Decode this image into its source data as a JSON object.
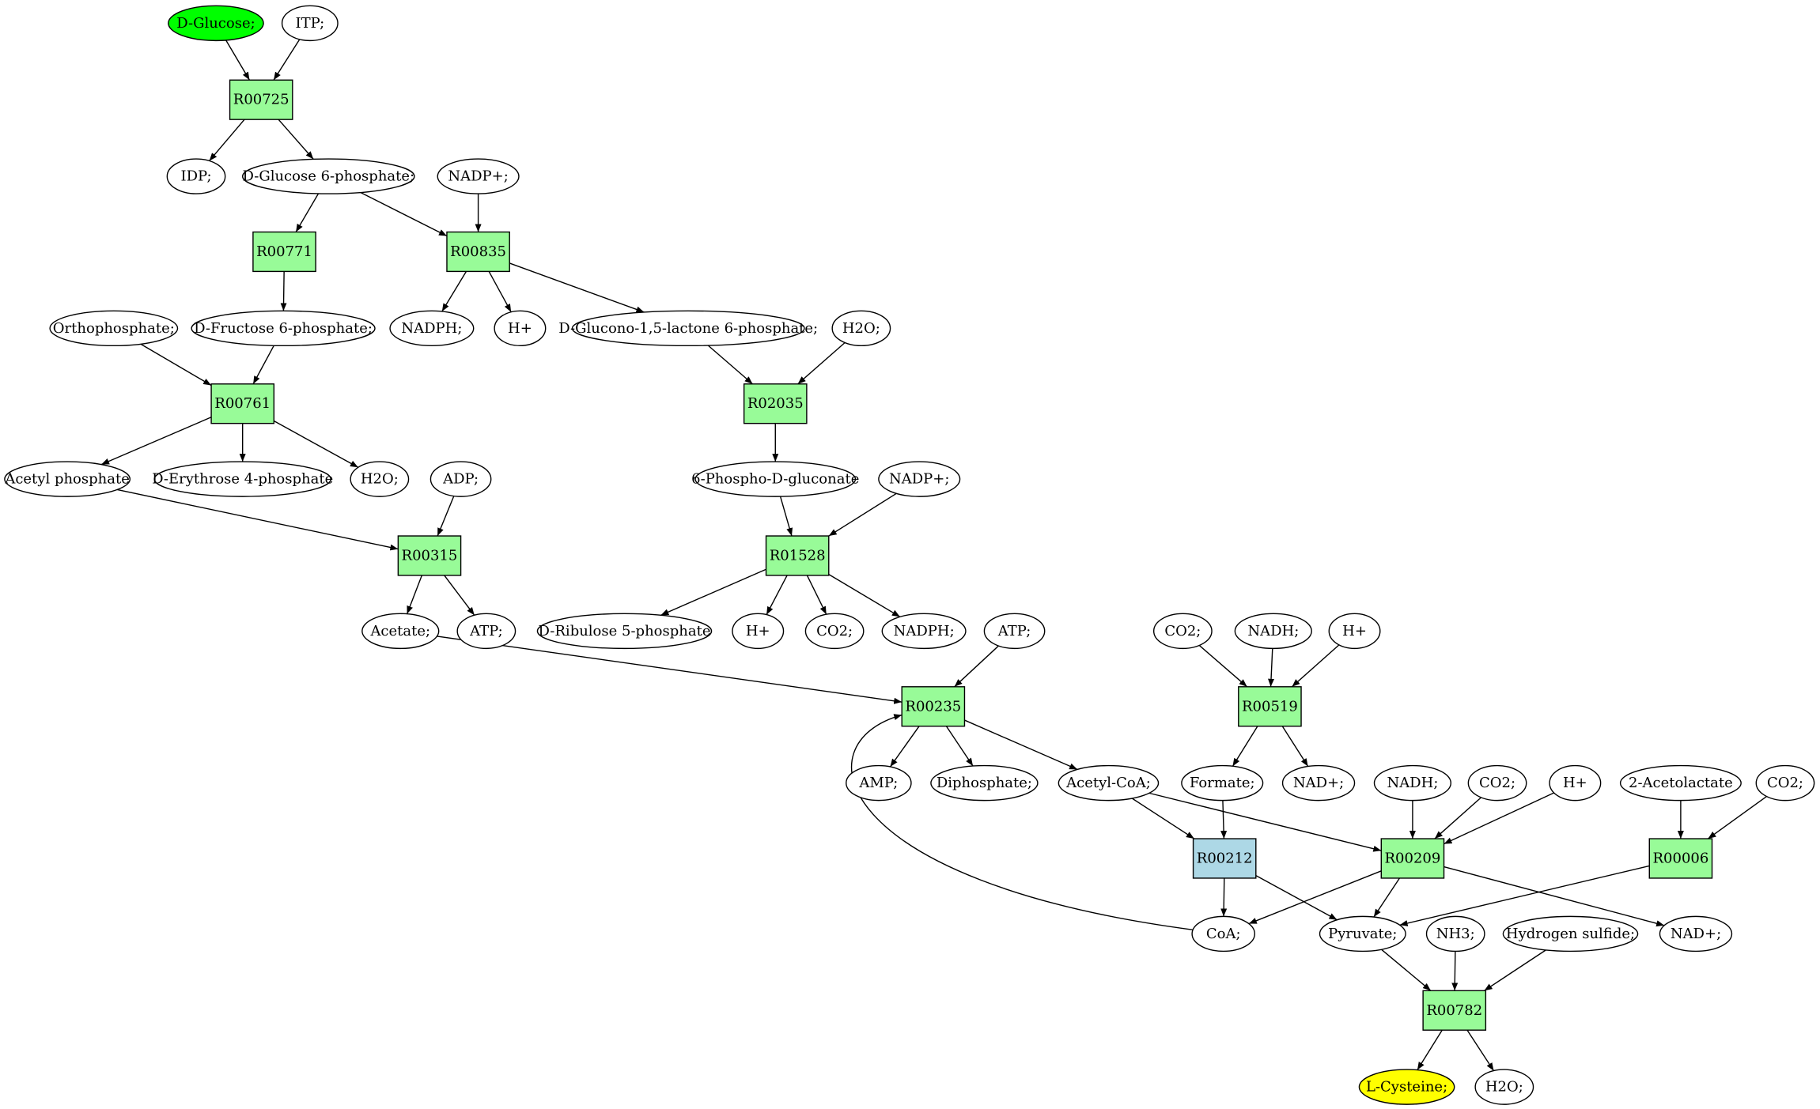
{
  "colors": {
    "compound": "#ffffff",
    "reaction": "#98fb98",
    "reaction_highlight": "#add8e6",
    "source": "#00ff00",
    "target": "#ffff00",
    "line": "#000000"
  },
  "nodes": [
    {
      "id": "dglucose",
      "kind": "compound",
      "role": "source",
      "label": "D-Glucose;"
    },
    {
      "id": "itp",
      "kind": "compound",
      "label": "ITP;"
    },
    {
      "id": "r00725",
      "kind": "reaction",
      "label": "R00725"
    },
    {
      "id": "idp",
      "kind": "compound",
      "label": "IDP;"
    },
    {
      "id": "g6p",
      "kind": "compound",
      "label": "D-Glucose 6-phosphate;"
    },
    {
      "id": "nadp1",
      "kind": "compound",
      "label": "NADP+;"
    },
    {
      "id": "r00771",
      "kind": "reaction",
      "label": "R00771"
    },
    {
      "id": "r00835",
      "kind": "reaction",
      "label": "R00835"
    },
    {
      "id": "ortho",
      "kind": "compound",
      "label": "Orthophosphate;"
    },
    {
      "id": "f6p",
      "kind": "compound",
      "label": "D-Fructose 6-phosphate;"
    },
    {
      "id": "nadph1",
      "kind": "compound",
      "label": "NADPH;"
    },
    {
      "id": "hplus1",
      "kind": "compound",
      "label": "H+"
    },
    {
      "id": "glucolactone",
      "kind": "compound",
      "label": "D-Glucono-1,5-lactone 6-phosphate;"
    },
    {
      "id": "h2o1",
      "kind": "compound",
      "label": "H2O;"
    },
    {
      "id": "r00761",
      "kind": "reaction",
      "label": "R00761"
    },
    {
      "id": "r02035",
      "kind": "reaction",
      "label": "R02035"
    },
    {
      "id": "acetylp",
      "kind": "compound",
      "label": "Acetyl phosphate"
    },
    {
      "id": "e4p",
      "kind": "compound",
      "label": "D-Erythrose 4-phosphate"
    },
    {
      "id": "h2o2",
      "kind": "compound",
      "label": "H2O;"
    },
    {
      "id": "adp",
      "kind": "compound",
      "label": "ADP;"
    },
    {
      "id": "pgluconate",
      "kind": "compound",
      "label": "6-Phospho-D-gluconate"
    },
    {
      "id": "nadp2",
      "kind": "compound",
      "label": "NADP+;"
    },
    {
      "id": "r00315",
      "kind": "reaction",
      "label": "R00315"
    },
    {
      "id": "r01528",
      "kind": "reaction",
      "label": "R01528"
    },
    {
      "id": "acetate",
      "kind": "compound",
      "label": "Acetate;"
    },
    {
      "id": "atp1",
      "kind": "compound",
      "label": "ATP;"
    },
    {
      "id": "ribulose",
      "kind": "compound",
      "label": "D-Ribulose 5-phosphate"
    },
    {
      "id": "hplus2",
      "kind": "compound",
      "label": "H+"
    },
    {
      "id": "co2a",
      "kind": "compound",
      "label": "CO2;"
    },
    {
      "id": "nadph2",
      "kind": "compound",
      "label": "NADPH;"
    },
    {
      "id": "atp2",
      "kind": "compound",
      "label": "ATP;"
    },
    {
      "id": "co2b",
      "kind": "compound",
      "label": "CO2;"
    },
    {
      "id": "nadh1",
      "kind": "compound",
      "label": "NADH;"
    },
    {
      "id": "hplus3",
      "kind": "compound",
      "label": "H+"
    },
    {
      "id": "r00235",
      "kind": "reaction",
      "label": "R00235"
    },
    {
      "id": "r00519",
      "kind": "reaction",
      "label": "R00519"
    },
    {
      "id": "amp",
      "kind": "compound",
      "label": "AMP;"
    },
    {
      "id": "diphosphate",
      "kind": "compound",
      "label": "Diphosphate;"
    },
    {
      "id": "acetylcoa",
      "kind": "compound",
      "label": "Acetyl-CoA;"
    },
    {
      "id": "formate",
      "kind": "compound",
      "label": "Formate;"
    },
    {
      "id": "nad1",
      "kind": "compound",
      "label": "NAD+;"
    },
    {
      "id": "nadh2",
      "kind": "compound",
      "label": "NADH;"
    },
    {
      "id": "co2c",
      "kind": "compound",
      "label": "CO2;"
    },
    {
      "id": "hplus4",
      "kind": "compound",
      "label": "H+"
    },
    {
      "id": "acetolactate",
      "kind": "compound",
      "label": "2-Acetolactate"
    },
    {
      "id": "co2d",
      "kind": "compound",
      "label": "CO2;"
    },
    {
      "id": "r00212",
      "kind": "reaction",
      "role": "highlight",
      "label": "R00212"
    },
    {
      "id": "r00209",
      "kind": "reaction",
      "label": "R00209"
    },
    {
      "id": "r00006",
      "kind": "reaction",
      "label": "R00006"
    },
    {
      "id": "coa",
      "kind": "compound",
      "label": "CoA;"
    },
    {
      "id": "pyruvate",
      "kind": "compound",
      "label": "Pyruvate;"
    },
    {
      "id": "nh3",
      "kind": "compound",
      "label": "NH3;"
    },
    {
      "id": "h2s",
      "kind": "compound",
      "label": "Hydrogen sulfide;"
    },
    {
      "id": "nad2",
      "kind": "compound",
      "label": "NAD+;"
    },
    {
      "id": "r00782",
      "kind": "reaction",
      "label": "R00782"
    },
    {
      "id": "lcys",
      "kind": "compound",
      "role": "target",
      "label": "L-Cysteine;"
    },
    {
      "id": "h2o3",
      "kind": "compound",
      "label": "H2O;"
    }
  ],
  "edges": [
    {
      "from": "dglucose",
      "to": "r00725"
    },
    {
      "from": "itp",
      "to": "r00725"
    },
    {
      "from": "r00725",
      "to": "idp"
    },
    {
      "from": "r00725",
      "to": "g6p"
    },
    {
      "from": "g6p",
      "to": "r00771"
    },
    {
      "from": "g6p",
      "to": "r00835"
    },
    {
      "from": "nadp1",
      "to": "r00835"
    },
    {
      "from": "r00771",
      "to": "f6p"
    },
    {
      "from": "r00835",
      "to": "nadph1"
    },
    {
      "from": "r00835",
      "to": "hplus1"
    },
    {
      "from": "r00835",
      "to": "glucolactone"
    },
    {
      "from": "ortho",
      "to": "r00761"
    },
    {
      "from": "f6p",
      "to": "r00761"
    },
    {
      "from": "glucolactone",
      "to": "r02035"
    },
    {
      "from": "h2o1",
      "to": "r02035"
    },
    {
      "from": "r00761",
      "to": "acetylp"
    },
    {
      "from": "r00761",
      "to": "e4p"
    },
    {
      "from": "r00761",
      "to": "h2o2"
    },
    {
      "from": "r02035",
      "to": "pgluconate"
    },
    {
      "from": "acetylp",
      "to": "r00315"
    },
    {
      "from": "adp",
      "to": "r00315"
    },
    {
      "from": "pgluconate",
      "to": "r01528"
    },
    {
      "from": "nadp2",
      "to": "r01528"
    },
    {
      "from": "r00315",
      "to": "acetate"
    },
    {
      "from": "r00315",
      "to": "atp1"
    },
    {
      "from": "r01528",
      "to": "ribulose"
    },
    {
      "from": "r01528",
      "to": "hplus2"
    },
    {
      "from": "r01528",
      "to": "co2a"
    },
    {
      "from": "r01528",
      "to": "nadph2"
    },
    {
      "from": "acetate",
      "to": "r00235"
    },
    {
      "from": "atp2",
      "to": "r00235"
    },
    {
      "from": "coa",
      "to": "r00235",
      "curve": "loop-left"
    },
    {
      "from": "co2b",
      "to": "r00519"
    },
    {
      "from": "nadh1",
      "to": "r00519"
    },
    {
      "from": "hplus3",
      "to": "r00519"
    },
    {
      "from": "r00235",
      "to": "amp"
    },
    {
      "from": "r00235",
      "to": "diphosphate"
    },
    {
      "from": "r00235",
      "to": "acetylcoa"
    },
    {
      "from": "r00519",
      "to": "formate"
    },
    {
      "from": "r00519",
      "to": "nad1"
    },
    {
      "from": "acetylcoa",
      "to": "r00212"
    },
    {
      "from": "acetylcoa",
      "to": "r00209"
    },
    {
      "from": "formate",
      "to": "r00212"
    },
    {
      "from": "nadh2",
      "to": "r00209"
    },
    {
      "from": "co2c",
      "to": "r00209"
    },
    {
      "from": "hplus4",
      "to": "r00209"
    },
    {
      "from": "acetolactate",
      "to": "r00006"
    },
    {
      "from": "co2d",
      "to": "r00006"
    },
    {
      "from": "r00212",
      "to": "coa"
    },
    {
      "from": "r00212",
      "to": "pyruvate"
    },
    {
      "from": "r00209",
      "to": "coa"
    },
    {
      "from": "r00209",
      "to": "pyruvate"
    },
    {
      "from": "r00209",
      "to": "nad2"
    },
    {
      "from": "r00006",
      "to": "pyruvate"
    },
    {
      "from": "pyruvate",
      "to": "r00782"
    },
    {
      "from": "nh3",
      "to": "r00782"
    },
    {
      "from": "h2s",
      "to": "r00782"
    },
    {
      "from": "r00782",
      "to": "lcys"
    },
    {
      "from": "r00782",
      "to": "h2o3"
    }
  ]
}
